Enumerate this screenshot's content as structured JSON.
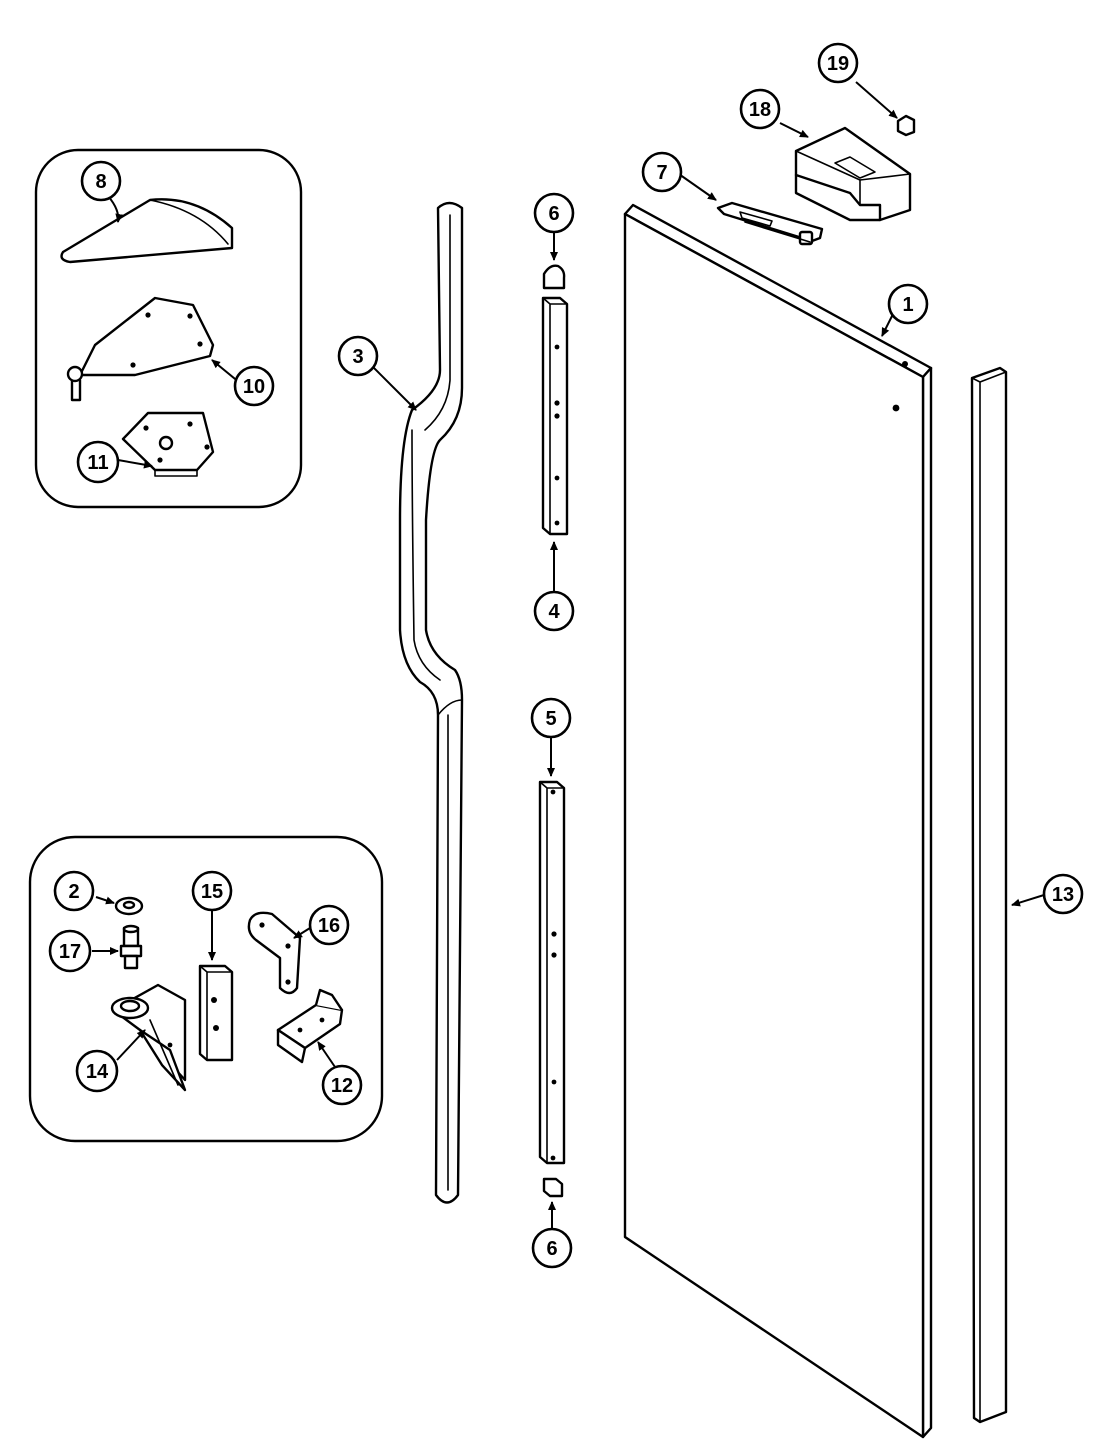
{
  "diagram": {
    "callouts": [
      {
        "id": "c1",
        "label": "1"
      },
      {
        "id": "c2",
        "label": "2"
      },
      {
        "id": "c3",
        "label": "3"
      },
      {
        "id": "c4",
        "label": "4"
      },
      {
        "id": "c5",
        "label": "5"
      },
      {
        "id": "c6a",
        "label": "6"
      },
      {
        "id": "c6b",
        "label": "6"
      },
      {
        "id": "c7",
        "label": "7"
      },
      {
        "id": "c8",
        "label": "8"
      },
      {
        "id": "c10",
        "label": "10"
      },
      {
        "id": "c11",
        "label": "11"
      },
      {
        "id": "c12",
        "label": "12"
      },
      {
        "id": "c13",
        "label": "13"
      },
      {
        "id": "c14",
        "label": "14"
      },
      {
        "id": "c15",
        "label": "15"
      },
      {
        "id": "c16",
        "label": "16"
      },
      {
        "id": "c17",
        "label": "17"
      },
      {
        "id": "c18",
        "label": "18"
      },
      {
        "id": "c19",
        "label": "19"
      }
    ]
  }
}
